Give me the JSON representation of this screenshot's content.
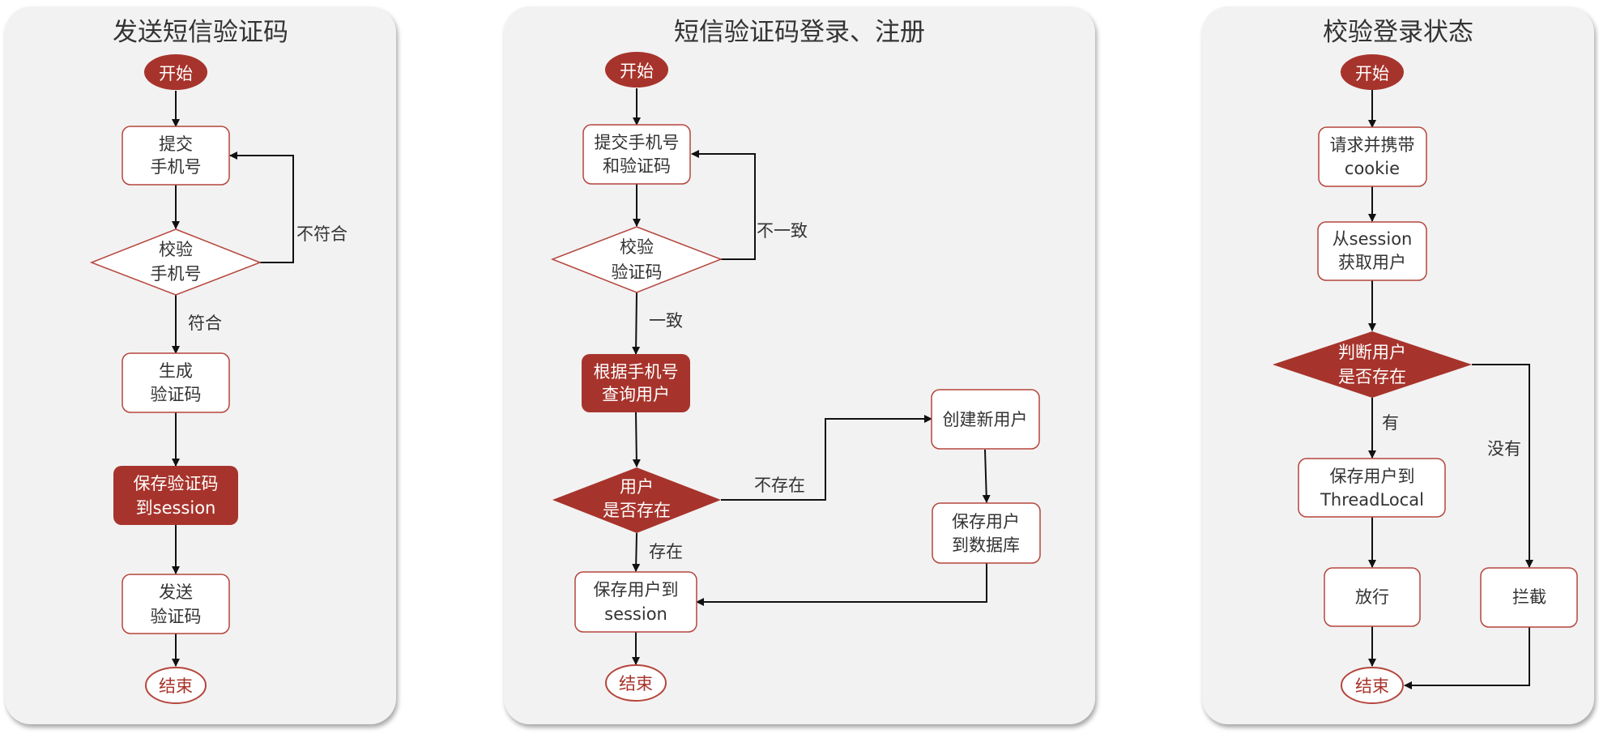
{
  "colors": {
    "primary": "#a7342c",
    "border": "#b5453c",
    "panel": "#f2f2f2",
    "text": "#333333",
    "line": "#111111"
  },
  "panel1": {
    "title": "发送短信验证码",
    "start": "开始",
    "submit_phone": [
      "提交",
      "手机号"
    ],
    "validate_phone": [
      "校验",
      "手机号"
    ],
    "not_match": "不符合",
    "match": "符合",
    "generate_code": [
      "生成",
      "验证码"
    ],
    "save_code": [
      "保存验证码",
      "到session"
    ],
    "send_code": [
      "发送",
      "验证码"
    ],
    "end": "结束"
  },
  "panel2": {
    "title": "短信验证码登录、注册",
    "start": "开始",
    "submit_phone_code": [
      "提交手机号",
      "和验证码"
    ],
    "validate_code": [
      "校验",
      "验证码"
    ],
    "inconsistent": "不一致",
    "consistent": "一致",
    "query_user": [
      "根据手机号",
      "查询用户"
    ],
    "user_exists": [
      "用户",
      "是否存在"
    ],
    "not_exists": "不存在",
    "exists": "存在",
    "create_user": "创建新用户",
    "save_db": [
      "保存用户",
      "到数据库"
    ],
    "save_session": [
      "保存用户到",
      "session"
    ],
    "end": "结束"
  },
  "panel3": {
    "title": "校验登录状态",
    "start": "开始",
    "request_cookie": [
      "请求并携带",
      "cookie"
    ],
    "get_user": [
      "从session",
      "获取用户"
    ],
    "judge_user": [
      "判断用户",
      "是否存在"
    ],
    "has": "有",
    "none": "没有",
    "save_threadlocal": [
      "保存用户到",
      "ThreadLocal"
    ],
    "allow": "放行",
    "intercept": "拦截",
    "end": "结束"
  }
}
